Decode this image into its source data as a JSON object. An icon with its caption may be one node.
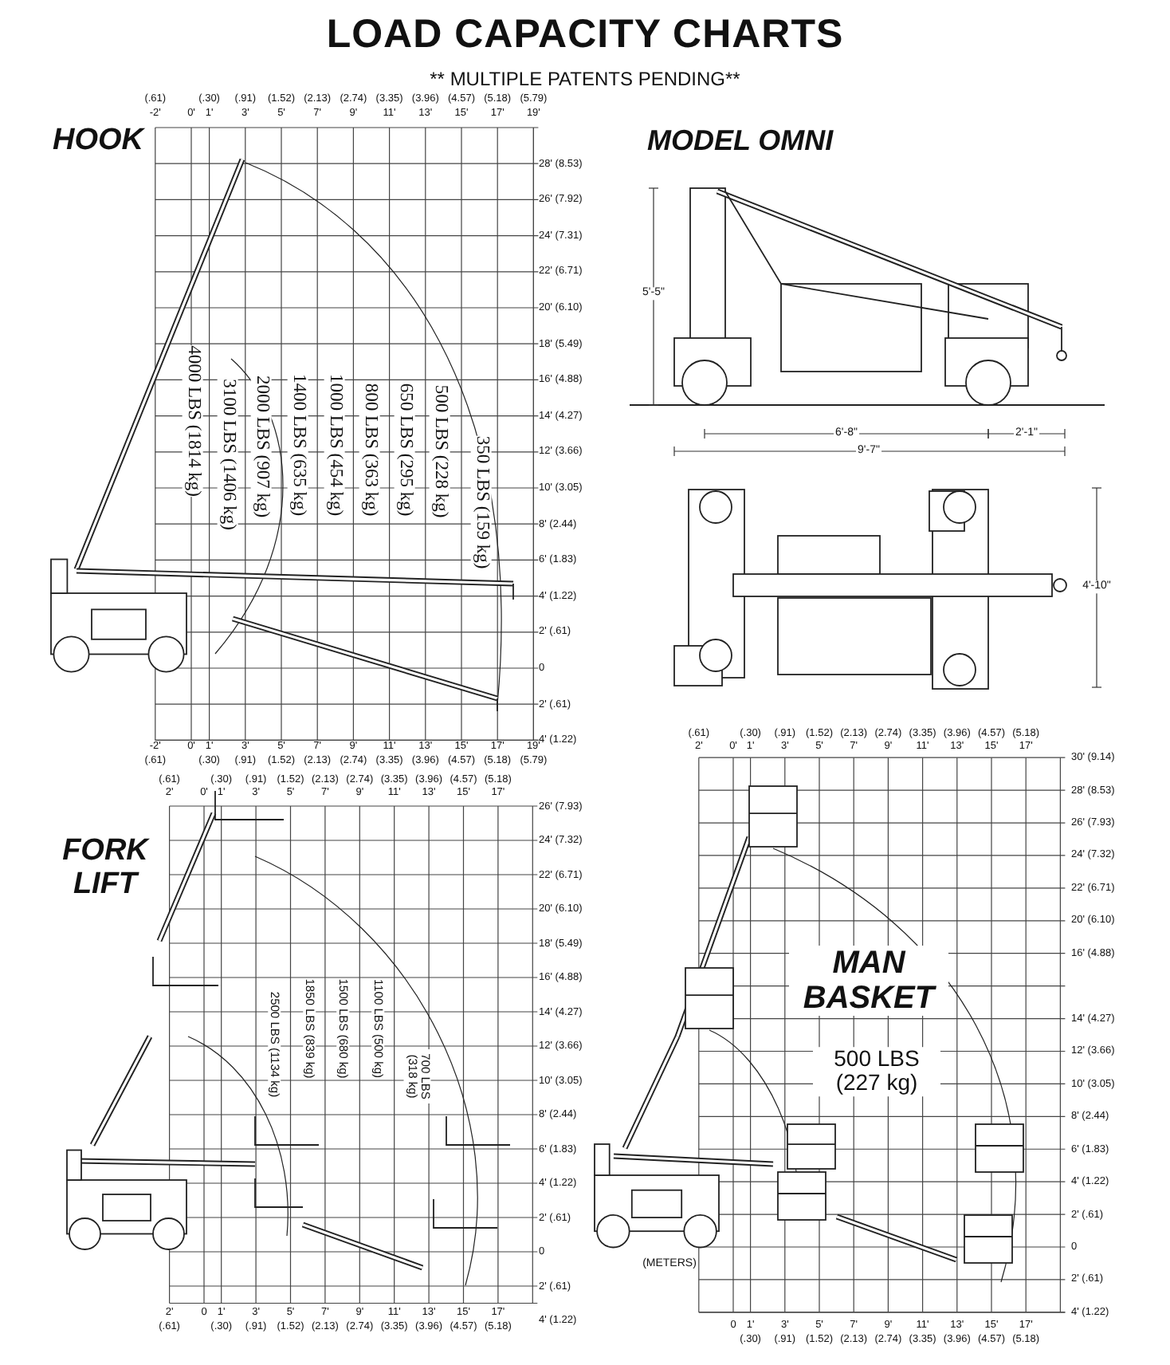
{
  "diagram": {
    "title": "LOAD CAPACITY CHARTS",
    "labels": [
      "** MULTIPLE PATENTS PENDING**",
      "(.61)",
      "(.30)",
      "(.91)",
      "(1.52)",
      "(2.13)",
      "(2.74)",
      "(3.35)",
      "(3.96)",
      "(4.57)",
      "(5.18)",
      "(5.79)",
      "-2'",
      "0'",
      "1'",
      "3'",
      "5'",
      "7'",
      "9'",
      "11'",
      "13'",
      "15'",
      "17'",
      "19'",
      "HOOK",
      "28' (8.53)",
      "26' (7.92)",
      "24' (7.31)",
      "22' (6.71)",
      "20' (6.10)",
      "18' (5.49)",
      "16' (4.88)",
      "14' (4.27)",
      "12' (3.66)",
      "10' (3.05)",
      "8' (2.44)",
      "6' (1.83)",
      "4' (1.22)",
      "2' (.61)",
      "0",
      "2' (.61)",
      "4' (1.22)",
      "4000 LBS (1814 kg)",
      "3100 LBS (1406 kg)",
      "2000 LBS (907 kg)",
      "1400 LBS (635 kg)",
      "1000 LBS (454 kg)",
      "800 LBS (363 kg)",
      "650 LBS (295 kg)",
      "500 LBS (228 kg)",
      "350 LBS (159 kg)",
      "-2'",
      "0'",
      "1'",
      "3'",
      "5'",
      "7'",
      "9'",
      "11'",
      "13'",
      "15'",
      "17'",
      "19'",
      "(.61)",
      "(.30)",
      "(.91)",
      "(1.52)",
      "(2.13)",
      "(2.74)",
      "(3.35)",
      "(3.96)",
      "(4.57)",
      "(5.18)",
      "(5.79)",
      "MODEL OMNI",
      "5'-5\"",
      "6'-8\"",
      "2'-1\"",
      "9'-7\"",
      "4'-10\"",
      "(.61)",
      "(.30)",
      "(.91)",
      "(1.52)",
      "(2.13)",
      "(2.74)",
      "(3.35)",
      "(3.96)",
      "(4.57)",
      "(5.18)",
      "2'",
      "0'",
      "1'",
      "3'",
      "5'",
      "7'",
      "9'",
      "11'",
      "13'",
      "15'",
      "17'",
      "FORK LIFT",
      "26' (7.93)",
      "24' (7.32)",
      "22' (6.71)",
      "20' (6.10)",
      "18' (5.49)",
      "16' (4.88)",
      "14' (4.27)",
      "12' (3.66)",
      "10' (3.05)",
      "8' (2.44)",
      "6' (1.83)",
      "4' (1.22)",
      "2' (.61)",
      "0",
      "2' (.61)",
      "4' (1.22)",
      "2500 LBS (1134 kg)",
      "1850 LBS (839 kg)",
      "1500 LBS (680 kg)",
      "1100 LBS (500 kg)",
      "700 LBS (318 kg)",
      "2'",
      "0",
      "1'",
      "3'",
      "5'",
      "7'",
      "9'",
      "11'",
      "13'",
      "15'",
      "17'",
      "(.61)",
      "(.30)",
      "(.91)",
      "(1.52)",
      "(2.13)",
      "(2.74)",
      "(3.35)",
      "(3.96)",
      "(4.57)",
      "(5.18)",
      "(.61)",
      "(.30)",
      "(.91)",
      "(1.52)",
      "(2.13)",
      "(2.74)",
      "(3.35)",
      "(3.96)",
      "(4.57)",
      "(5.18)",
      "2'",
      "0'",
      "1'",
      "3'",
      "5'",
      "7'",
      "9'",
      "11'",
      "13'",
      "15'",
      "17'",
      "30' (9.14)",
      "28' (8.53)",
      "26' (7.93)",
      "24' (7.32)",
      "22' (6.71)",
      "20' (6.10)",
      "16' (4.88)",
      "14' (4.27)",
      "12' (3.66)",
      "10' (3.05)",
      "8' (2.44)",
      "6' (1.83)",
      "4' (1.22)",
      "2' (.61)",
      "0",
      "2' (.61)",
      "4' (1.22)",
      "MAN BASKET",
      "500 LBS (227 kg)",
      "(METERS)",
      "0",
      "1'",
      "3'",
      "5'",
      "7'",
      "9'",
      "11'",
      "13'",
      "15'",
      "17'",
      "(.30)",
      "(.91)",
      "(1.52)",
      "(2.13)",
      "(2.74)",
      "(3.35)",
      "(3.96)",
      "(4.57)",
      "(5.18)"
    ]
  }
}
